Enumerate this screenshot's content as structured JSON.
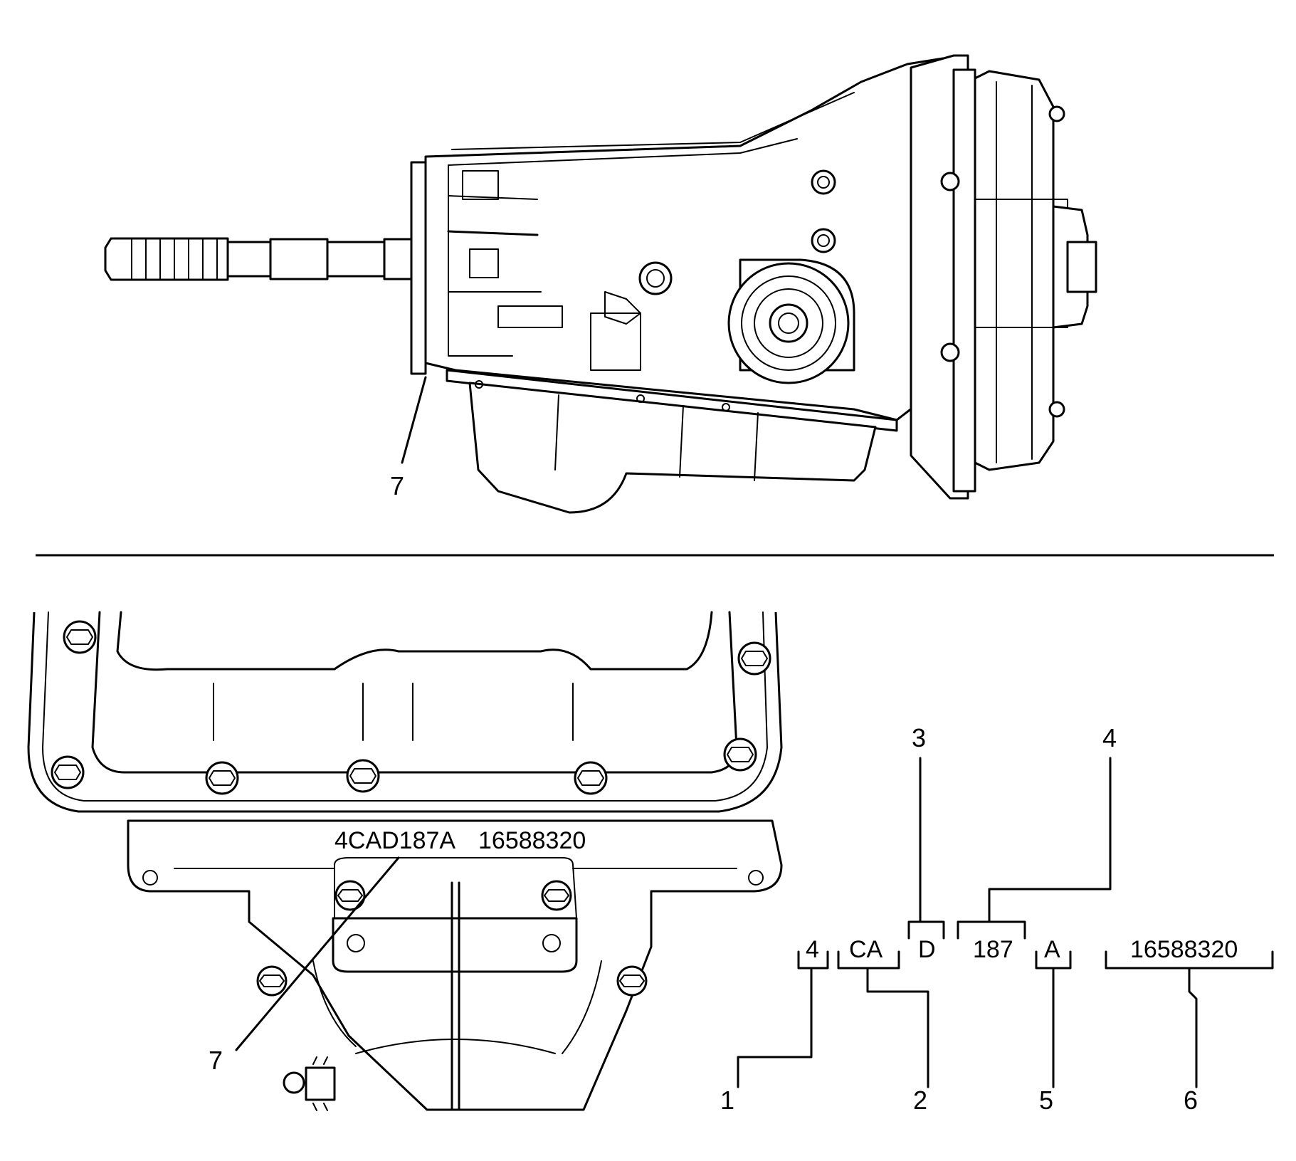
{
  "top_view": {
    "callout": "7"
  },
  "bottom_view": {
    "stamped_id": "4CAD187A",
    "stamped_part": "16588320",
    "callout": "7"
  },
  "decoder": {
    "segments": [
      "4",
      "CA",
      "D",
      "187",
      "A",
      "16588320"
    ],
    "callouts": [
      "1",
      "2",
      "3",
      "4",
      "5",
      "6"
    ]
  }
}
